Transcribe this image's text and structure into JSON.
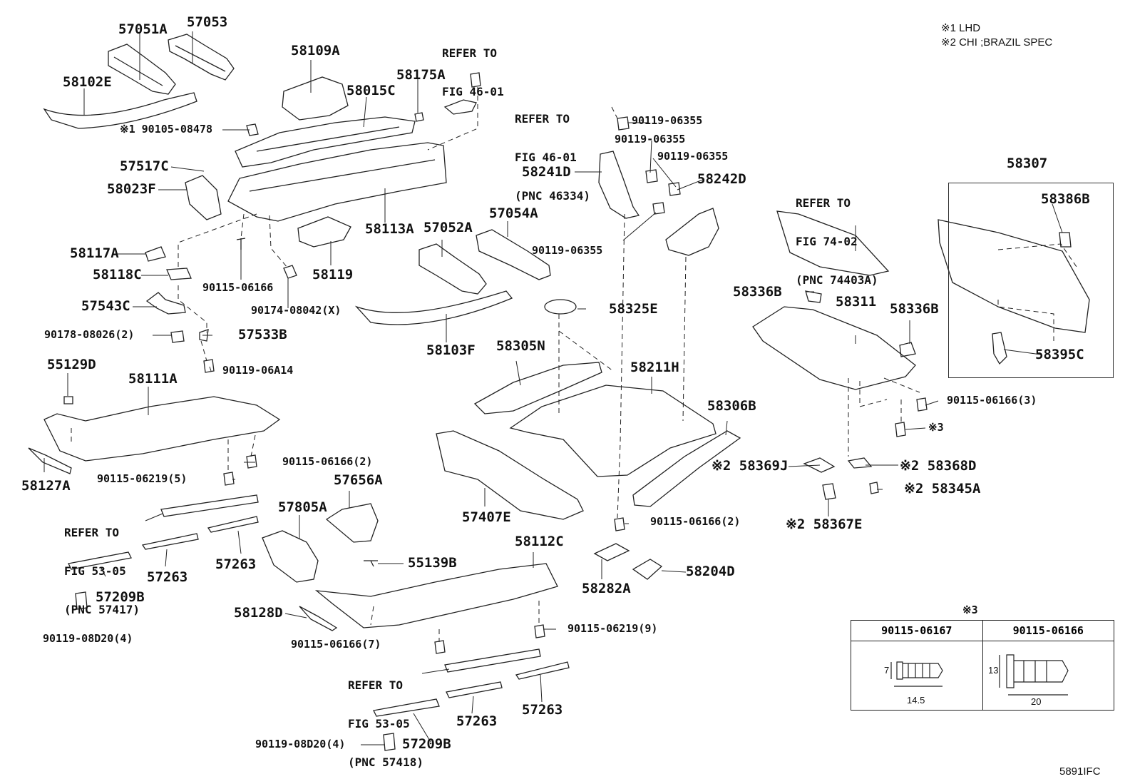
{
  "notes": {
    "note1": "※1 LHD",
    "note2": "※2 CHI ;BRAZIL SPEC",
    "footer": "5891IFC"
  },
  "labels": {
    "p57051A": "57051A",
    "p57053": "57053",
    "p58109A": "58109A",
    "p58102E": "58102E",
    "p58015C": "58015C",
    "p58175A": "58175A",
    "p90105_08478": "90105-08478",
    "p57517C": "57517C",
    "p58023F": "58023F",
    "p58113A": "58113A",
    "p58119": "58119",
    "p58117A": "58117A",
    "p58118C": "58118C",
    "p90115_06166a": "90115-06166",
    "p90174_08042": "90174-08042(X)",
    "p57543C": "57543C",
    "p90178_08026": "90178-08026(2)",
    "p57533B": "57533B",
    "p90119_06A14": "90119-06A14",
    "p57052A": "57052A",
    "p57054A": "57054A",
    "p58103F": "58103F",
    "p90119_06355a": "90119-06355",
    "p90119_06355b": "90119-06355",
    "p90119_06355c": "90119-06355",
    "p90119_06355d": "90119-06355",
    "p58241D": "58241D",
    "p58242D": "58242D",
    "p58325E": "58325E",
    "p58305N": "58305N",
    "p58211H": "58211H",
    "p58306B": "58306B",
    "p55129D": "55129D",
    "p58111A": "58111A",
    "p58127A": "58127A",
    "p90115_06219_5": "90115-06219(5)",
    "p90115_06166_2a": "90115-06166(2)",
    "p57656A": "57656A",
    "p57805A": "57805A",
    "p57407E": "57407E",
    "p57263a": "57263",
    "p57263b": "57263",
    "p57263c": "57263",
    "p57263d": "57263",
    "p57209Ba": "57209B",
    "p57209Bb": "57209B",
    "p90119_08D20a": "90119-08D20(4)",
    "p90119_08D20b": "90119-08D20(4)",
    "p55139B": "55139B",
    "p58112C": "58112C",
    "p58128D": "58128D",
    "p90115_06166_7": "90115-06166(7)",
    "p90115_06219_9": "90115-06219(9)",
    "p90115_06166_2b": "90115-06166(2)",
    "p58282A": "58282A",
    "p58204D": "58204D",
    "p58307": "58307",
    "p58386B": "58386B",
    "p58395C": "58395C",
    "p58336Ba": "58336B",
    "p58336Bb": "58336B",
    "p58311": "58311",
    "p90115_06166_3": "90115-06166(3)",
    "p_mark3": "※3",
    "p58369J": "※2 58369J",
    "p58368D": "※2 58368D",
    "p58345A": "※2 58345A",
    "p58367E": "※2 58367E"
  },
  "refs": {
    "r_fig46a": [
      "REFER TO",
      "FIG 46-01"
    ],
    "r_fig46b": [
      "REFER TO",
      "FIG 46-01",
      "(PNC 46334)"
    ],
    "r_fig74": [
      "REFER TO",
      "FIG 74-02",
      "(PNC 74403A)"
    ],
    "r_fig53a": [
      "REFER TO",
      "FIG 53-05",
      "(PNC 57417)"
    ],
    "r_fig53b": [
      "REFER TO",
      "FIG 53-05",
      "(PNC 57418)"
    ]
  },
  "spec_table": {
    "title": "※3",
    "col1": "90115-06167",
    "col2": "90115-06166",
    "dim1_h": "7",
    "dim1_w": "14.5",
    "dim2_h": "13",
    "dim2_w": "20"
  }
}
